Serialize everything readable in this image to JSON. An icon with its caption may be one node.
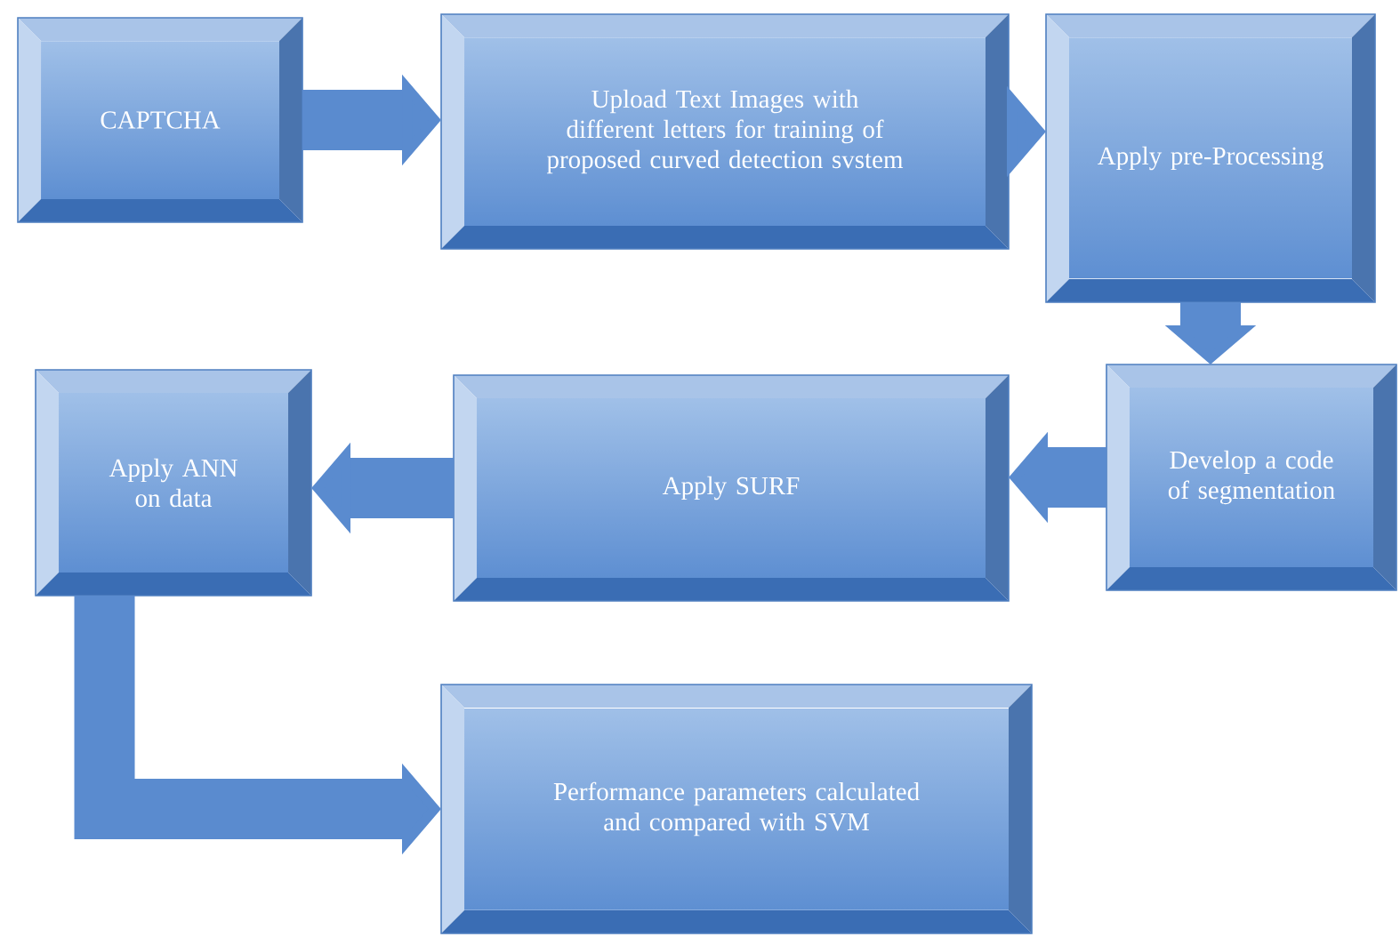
{
  "diagram": {
    "nodes": [
      {
        "text": [
          "CAPTCHA"
        ]
      },
      {
        "text": [
          "Upload Text Images with different letters for training of proposed curved detection svstem"
        ]
      },
      {
        "text": [
          "Apply pre-Processing"
        ]
      },
      {
        "text": [
          "Develop a code of segmentation"
        ]
      },
      {
        "text": [
          "Apply SURF"
        ]
      },
      {
        "text": [
          "Apply ANN on data"
        ]
      },
      {
        "text": [
          "Performance parameters calculated and compared with SVM"
        ]
      }
    ],
    "edges": [
      {
        "from": 0,
        "to": 1,
        "arrow": "to"
      },
      {
        "from": 1,
        "to": 2,
        "arrow": "to"
      },
      {
        "from": 2,
        "to": 3,
        "arrow": "to"
      },
      {
        "from": 3,
        "to": 4,
        "arrow": "to"
      },
      {
        "from": 4,
        "to": 5,
        "arrow": "to"
      },
      {
        "from": 5,
        "to": 6,
        "arrow": "to"
      }
    ]
  }
}
